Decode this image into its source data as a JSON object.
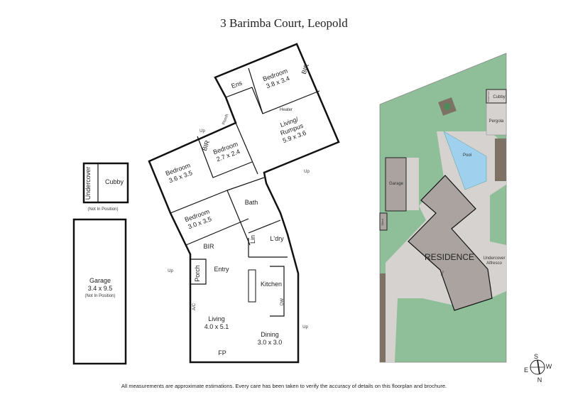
{
  "title": "3 Barimba Court, Leopold",
  "rooms": {
    "bedroom1": {
      "name": "Bedroom",
      "size": "3.8 x 3.4"
    },
    "ens": "Ens",
    "bir1": "BIR",
    "heater": "Heater",
    "porch_upper": "Porch",
    "up1": "Up",
    "rumpus": {
      "name": "Living/",
      "name2": "Rumpus",
      "size": "5.9 x 3.6"
    },
    "bir2": "BIR",
    "bedroom2": {
      "name": "Bedroom",
      "size": "2.7 x 2.4"
    },
    "up2": "Up",
    "bedroom3": {
      "name": "Bedroom",
      "size": "3.6 x 3.5"
    },
    "bath": "Bath",
    "bedroom4": {
      "name": "Bedroom",
      "size": "3.0 x 3.5"
    },
    "lin": "Lin",
    "ldry": "L'dry",
    "bir3": "BIR",
    "porch_lower": "Porch",
    "entry": "Entry",
    "up3": "Up",
    "kitchen": "Kitchen",
    "ac": "A/C",
    "dw": "DW",
    "up4": "Up",
    "living": {
      "name": "Living",
      "size": "4.0 x 5.1"
    },
    "dining": {
      "name": "Dining",
      "size": "3.0 x 3.0"
    },
    "fp": "FP"
  },
  "cubby": {
    "undercover": "Undercover",
    "cubby": "Cubby",
    "note": "(Not In Position)"
  },
  "garage": {
    "name": "Garage",
    "size": "3.4 x 9.5",
    "note": "(Not In Position)"
  },
  "site": {
    "residence": "RESIDENCE",
    "pool": "Pool",
    "pergola": "Pergola",
    "cubby": "Cubby",
    "undercover": "Undercover",
    "garage": "Garage",
    "shed": "Shed",
    "alfresco1": "Undercover",
    "alfresco2": "Alfresco",
    "porch": "Porch",
    "colors": {
      "lawn": "#8fbf98",
      "paving": "#d6d2d0",
      "building": "#aaa3a0",
      "pool": "#9fd0ee",
      "garden_bed": "#7d7264"
    }
  },
  "compass": {
    "s": "S",
    "w": "W",
    "e": "E",
    "n": "N"
  },
  "footer": "All measurements are approximate estimations. Every care has been taken to verify the accuracy of details on this floorplan and brochure."
}
